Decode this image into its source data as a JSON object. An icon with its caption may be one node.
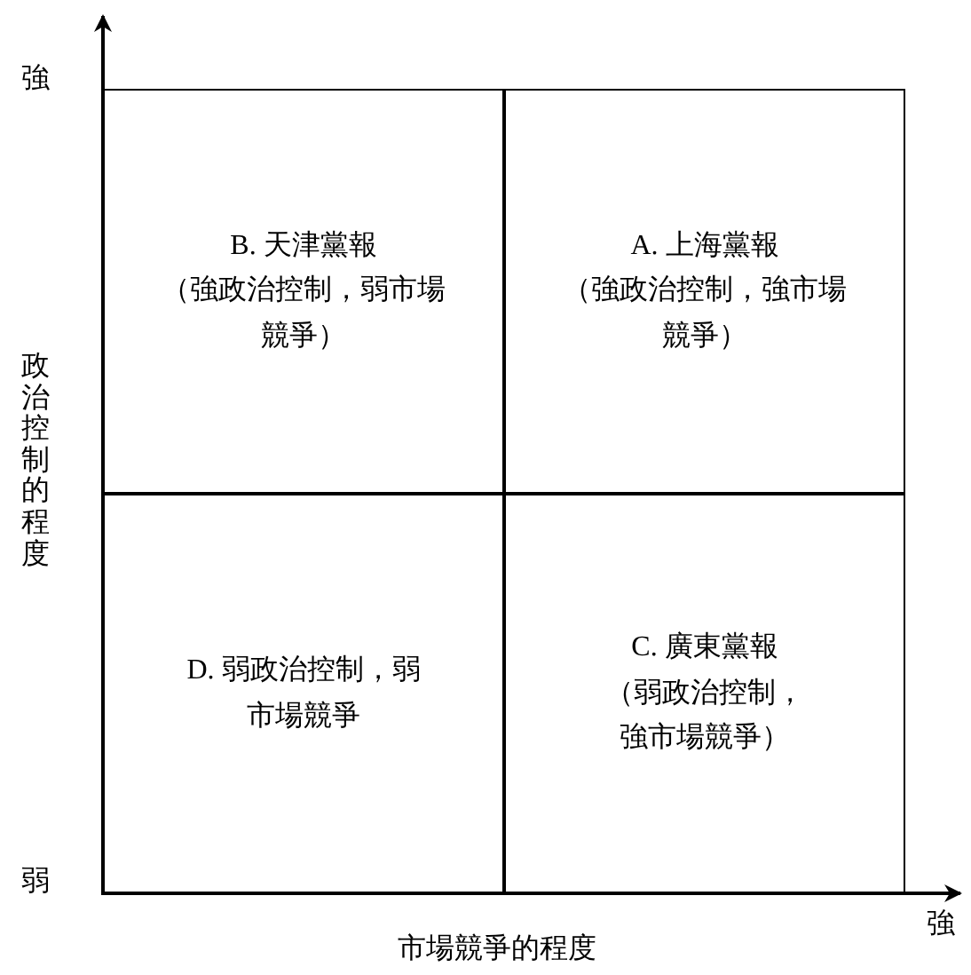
{
  "diagram": {
    "nodes": [
      {
        "text": [
          "B. 天津黨報",
          "（強政治控制，弱市場競爭）"
        ]
      },
      {
        "text": [
          "A. 上海黨報",
          "（強政治控制，強市場競爭）"
        ]
      },
      {
        "text": [
          "D. 弱政治控制，弱市場競爭"
        ]
      },
      {
        "text": [
          "C. 廣東黨報",
          "（弱政治控制，強市場競爭）"
        ]
      }
    ],
    "edges": [],
    "labels": [
      "強",
      "政治控制的程度",
      "弱",
      "強",
      "市場競爭的程度"
    ]
  }
}
